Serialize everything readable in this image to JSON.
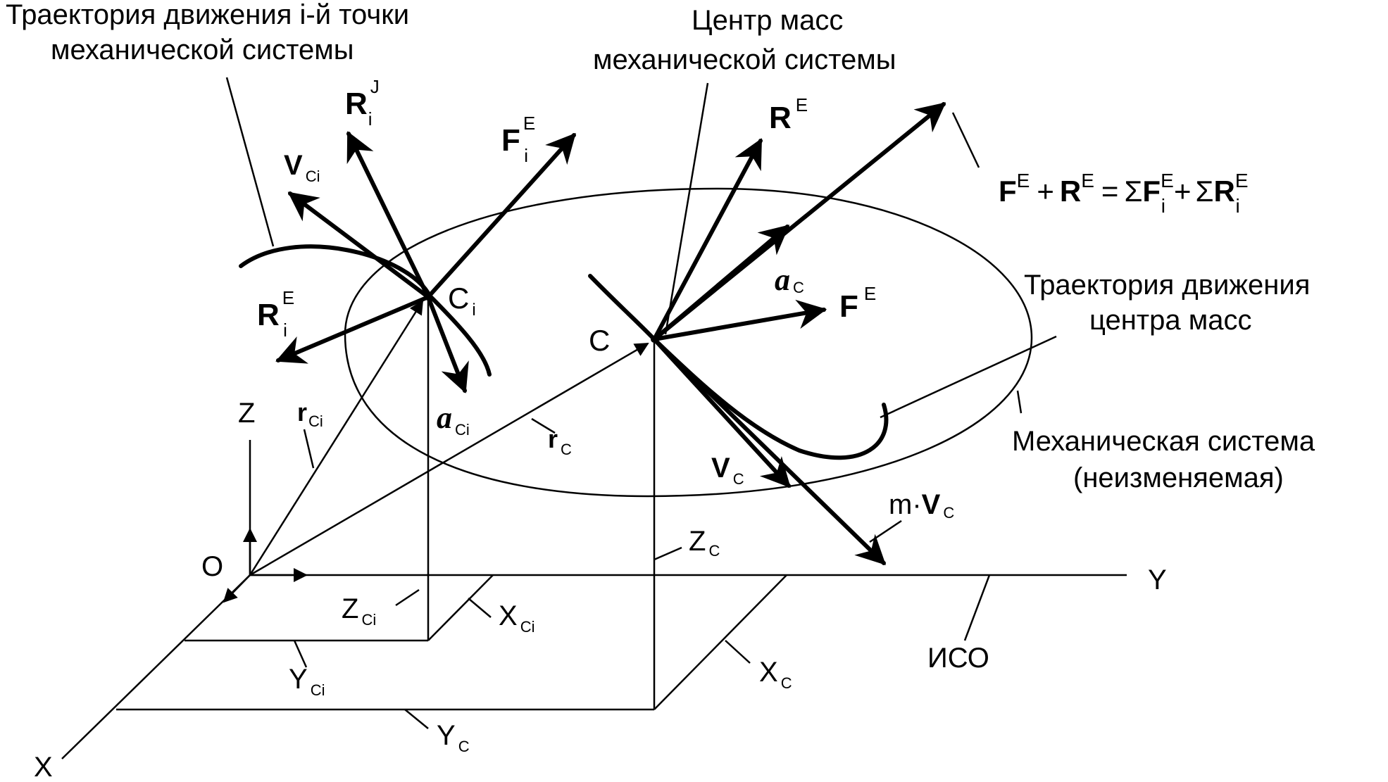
{
  "captions": {
    "point_trajectory_line1": "Траектория движения i-й точки",
    "point_trajectory_line2": "механической системы",
    "center_of_mass_line1": "Центр масс",
    "center_of_mass_line2": "механической системы",
    "cm_trajectory_line1": "Траектория движения",
    "cm_trajectory_line2": "центра масс",
    "system_line1": "Механическая система",
    "system_line2": "(неизменяемая)",
    "frame": "ИСО"
  },
  "formula": {
    "F": "F",
    "F_sup": "E",
    "plus1": "+",
    "R": "R",
    "R_sup": "E",
    "eq": "=",
    "sum1": "Σ",
    "F_i": "F",
    "F_i_sub": "i",
    "F_i_sup": "E",
    "plus2": "+",
    "sum2": "Σ",
    "R_i": "R",
    "R_i_sub": "i",
    "R_i_sup": "E"
  },
  "axes": {
    "x": "X",
    "y": "Y",
    "z": "Z",
    "origin": "O"
  },
  "points": {
    "ci_main": "C",
    "ci_sub": "i",
    "c": "C"
  },
  "vectors": {
    "RiJ": {
      "main": "R",
      "sub": "i",
      "sup": "J"
    },
    "FiE": {
      "main": "F",
      "sub": "i",
      "sup": "E"
    },
    "VCi": {
      "main": "V",
      "sub": "Ci"
    },
    "RiE": {
      "main": "R",
      "sub": "i",
      "sup": "E"
    },
    "aCi": {
      "main": "a",
      "sub": "Ci"
    },
    "RE": {
      "main": "R",
      "sup": "E"
    },
    "aC": {
      "main": "a",
      "sub": "C"
    },
    "FE": {
      "main": "F",
      "sup": "E"
    },
    "VC": {
      "main": "V",
      "sub": "C"
    },
    "mVC": {
      "pre": "m·",
      "main": "V",
      "sub": "C"
    },
    "rCi": {
      "main": "r",
      "sub": "Ci"
    },
    "rC": {
      "main": "r",
      "sub": "C"
    }
  },
  "coords": {
    "ZCi": {
      "main": "Z",
      "sub": "Ci"
    },
    "XCi": {
      "main": "X",
      "sub": "Ci"
    },
    "YCi": {
      "main": "Y",
      "sub": "Ci"
    },
    "ZC": {
      "main": "Z",
      "sub": "C"
    },
    "XC": {
      "main": "X",
      "sub": "C"
    },
    "YC": {
      "main": "Y",
      "sub": "C"
    }
  }
}
